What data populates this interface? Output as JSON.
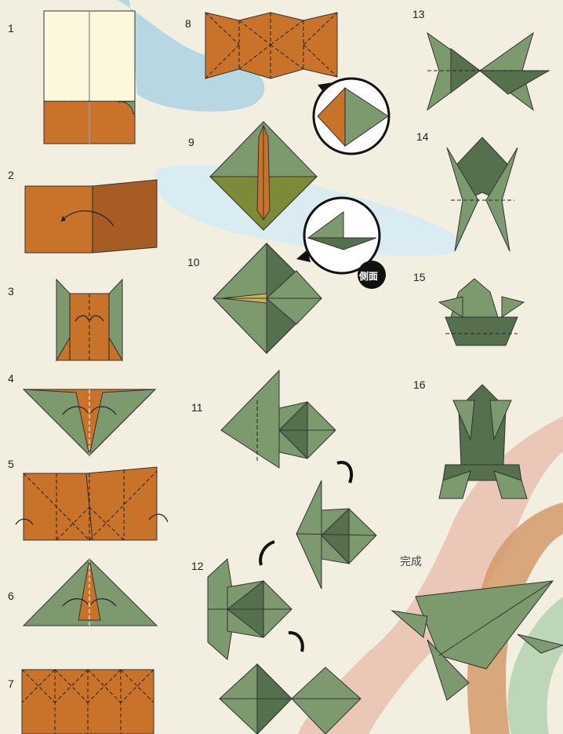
{
  "steps": [
    {
      "id": "1",
      "label": "1"
    },
    {
      "id": "2",
      "label": "2"
    },
    {
      "id": "3",
      "label": "3"
    },
    {
      "id": "4",
      "label": "4"
    },
    {
      "id": "5",
      "label": "5"
    },
    {
      "id": "6",
      "label": "6"
    },
    {
      "id": "7",
      "label": "7"
    },
    {
      "id": "8",
      "label": "8"
    },
    {
      "id": "9",
      "label": "9"
    },
    {
      "id": "10",
      "label": "10"
    },
    {
      "id": "11",
      "label": "11"
    },
    {
      "id": "12",
      "label": "12"
    },
    {
      "id": "13",
      "label": "13"
    },
    {
      "id": "14",
      "label": "14"
    },
    {
      "id": "15",
      "label": "15"
    },
    {
      "id": "16",
      "label": "16"
    }
  ],
  "side_view_label": "側面",
  "finished_label": "完成",
  "colors": {
    "background": "#f2efe0",
    "paper_front": "#c9722a",
    "paper_back": "#fbf8dc",
    "frog_green": "#7c9a6e",
    "frog_dark": "#55704c",
    "water_blue": "#b7d7e2",
    "band_pink": "#e9c2b1",
    "band_tan": "#d49a6a",
    "band_green": "#b8d3b4"
  }
}
